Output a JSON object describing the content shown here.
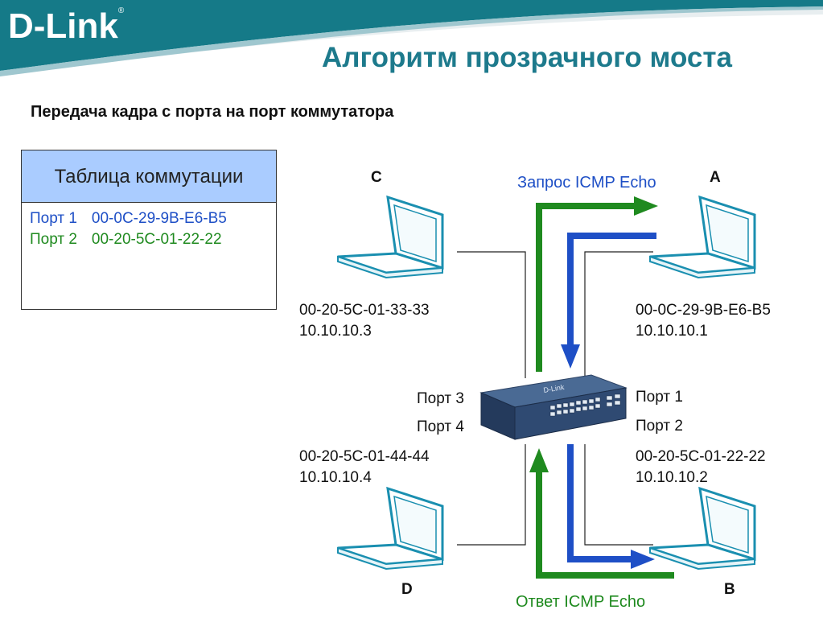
{
  "brand": {
    "logo_text": "D-Link",
    "registered": "®"
  },
  "title": "Алгоритм прозрачного моста",
  "subtitle": "Передача кадра с порта на порт коммутатора",
  "table": {
    "header": "Таблица коммутации",
    "rows": [
      {
        "port": "Порт 1",
        "mac": "00-0C-29-9B-E6-B5"
      },
      {
        "port": "Порт 2",
        "mac": "00-20-5C-01-22-22"
      }
    ]
  },
  "nodes": {
    "C": {
      "letter": "C",
      "mac": "00-20-5C-01-33-33",
      "ip": "10.10.10.3"
    },
    "A": {
      "letter": "A",
      "mac": "00-0C-29-9B-E6-B5",
      "ip": "10.10.10.1"
    },
    "D": {
      "letter": "D",
      "mac": "00-20-5C-01-44-44",
      "ip": "10.10.10.4"
    },
    "B": {
      "letter": "B",
      "mac": "00-20-5C-01-22-22",
      "ip": "10.10.10.2"
    }
  },
  "switch": {
    "brand": "D-Link",
    "ports": {
      "p1": "Порт 1",
      "p2": "Порт 2",
      "p3": "Порт 3",
      "p4": "Порт 4"
    }
  },
  "arrows": {
    "request": "Запрос ICMP Echo",
    "reply": "Ответ ICMP Echo"
  },
  "colors": {
    "header_band": "#157a88",
    "title": "#1d7a8c",
    "table_header": "#aaccff",
    "blue": "#1e4fc6",
    "green": "#1f8a1f",
    "laptop_stroke": "#1a8fb0",
    "laptop_fill": "#ffffff"
  }
}
